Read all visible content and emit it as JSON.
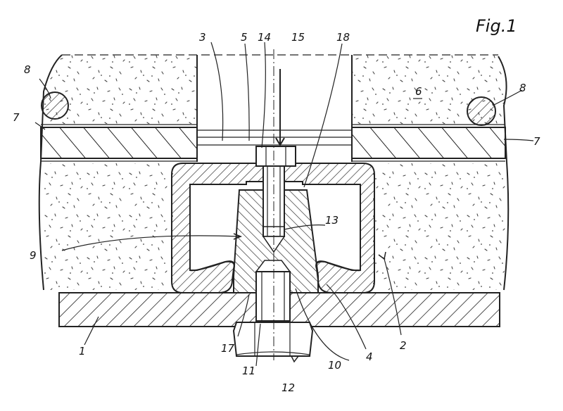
{
  "figure": {
    "title": "Fig.1"
  },
  "labels": {
    "l1": "1",
    "l2": "2",
    "l3": "3",
    "l4": "4",
    "l5": "5",
    "l6": "6",
    "l7a": "7",
    "l7b": "7",
    "l8a": "8",
    "l8b": "8",
    "l9": "9",
    "l10": "10",
    "l11": "11",
    "l12": "12",
    "l13": "13",
    "l14": "14",
    "l15": "15",
    "l17": "17",
    "l18": "18"
  }
}
